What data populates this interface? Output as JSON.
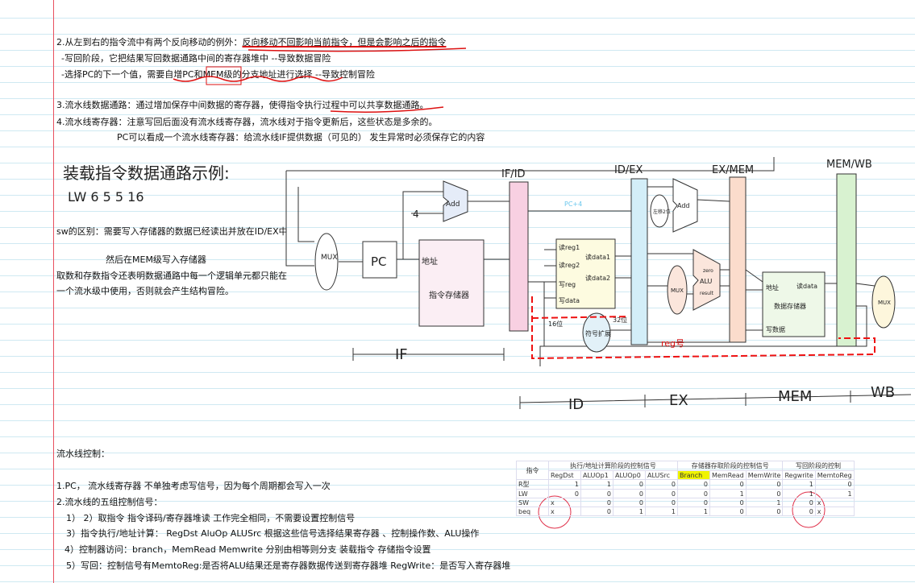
{
  "notes": {
    "p2_prefix": "2.从左到右的指令流中有两个反向移动的例外：",
    "p2_underlined": "反向移动不回影响当前指令，但是会影响之后的指令",
    "p2_a": "-写回阶段，它把结果写回数据通路中间的寄存器堆中    --导致数据冒险",
    "p2_b": "-选择PC的下一个值，需要自增PC和MEM级的分支地址进行选择   --导致控制冒险",
    "p3": "3.流水线数据通路：通过增加保存中间数据的寄存器，使得指令执行过程中可以共享数据通路。",
    "p4": "4.流水线寄存器：注意写回后面没有流水线寄存器，流水线对于指令更新后，这些状态是多余的。",
    "p4_sub": "PC可以看成一个流水线寄存器：给流水线IF提供数据（可见的） 发生异常时必须保存它的内容",
    "sw_1": "sw的区别：需要写入存储器的数据已经读出并放在ID/EX中",
    "sw_2": "然后在MEM级写入存储器",
    "sw_3": "取数和存数指令还表明数据通路中每一个逻辑单元都只能在",
    "sw_4": "一个流水级中使用，否则就会产生结构冒险。",
    "ctrl_title": "流水线控制：",
    "ctrl_1": "1.PC， 流水线寄存器 不单独考虑写信号，因为每个周期都会写入一次",
    "ctrl_2": "2.流水线的五组控制信号：",
    "ctrl_2_1": "1） 2）取指令 指令译码/寄存器堆读 工作完全相同，不需要设置控制信号",
    "ctrl_2_3": "3）指令执行/地址计算：  RegDst AluOp ALUSrc 根据这些信号选择结果寄存器 、控制操作数、ALU操作",
    "ctrl_2_4": "4）控制器访问：branch，MemRead Memwrite 分别由相等则分支 装载指令  存储指令设置",
    "ctrl_2_5": "5）写回：控制信号有MemtoReg:是否将ALU结果还是寄存器数据传送到寄存器堆  RegWrite：是否写入寄存器堆"
  },
  "diagram": {
    "title": "装载指令数据通路示例:",
    "subtitle": "LW 6 5 5 16",
    "regs": [
      "IF/ID",
      "ID/EX",
      "EX/MEM",
      "MEM/WB"
    ],
    "mux": "MUX",
    "pc": "PC",
    "add": "Add",
    "four": "4",
    "imem_addr": "地址",
    "imem": "指令存储器",
    "rf": [
      "读reg1",
      "读reg2",
      "写reg",
      "写data",
      "读data1",
      "读data2"
    ],
    "sign_ext": "符号扩展",
    "shift": "左移2位",
    "alu": [
      "ALU",
      "zero",
      "result"
    ],
    "dmem": [
      "地址",
      "读data",
      "数据存储器",
      "写数据"
    ],
    "pc4": "PC+4",
    "reg_no": "reg号",
    "bits16": "16位",
    "bits32": "32位",
    "stages": [
      "IF",
      "ID",
      "EX",
      "MEM",
      "WB"
    ]
  },
  "table": {
    "col0": "指令",
    "groups": [
      "执行/地址计算阶段的控制信号",
      "存储器存取阶段的控制信号",
      "写回阶段的控制"
    ],
    "headers": [
      "RegDst",
      "ALUOp1",
      "ALUOp0",
      "ALUSrc",
      "Branch",
      "MemRead",
      "MemWrite",
      "Regwrite",
      "MemtoReg"
    ],
    "rows": [
      {
        "name": "R型",
        "values": [
          "1",
          "1",
          "0",
          "0",
          "0",
          "0",
          "0",
          "1",
          "0"
        ]
      },
      {
        "name": "LW",
        "values": [
          "0",
          "0",
          "0",
          "0",
          "0",
          "1",
          "0",
          "1",
          "1"
        ]
      },
      {
        "name": "SW",
        "values": [
          "x",
          "0",
          "0",
          "0",
          "0",
          "0",
          "1",
          "0",
          "x"
        ]
      },
      {
        "name": "beq",
        "values": [
          "x",
          "0",
          "1",
          "1",
          "1",
          "0",
          "0",
          "0",
          "x"
        ]
      }
    ]
  }
}
